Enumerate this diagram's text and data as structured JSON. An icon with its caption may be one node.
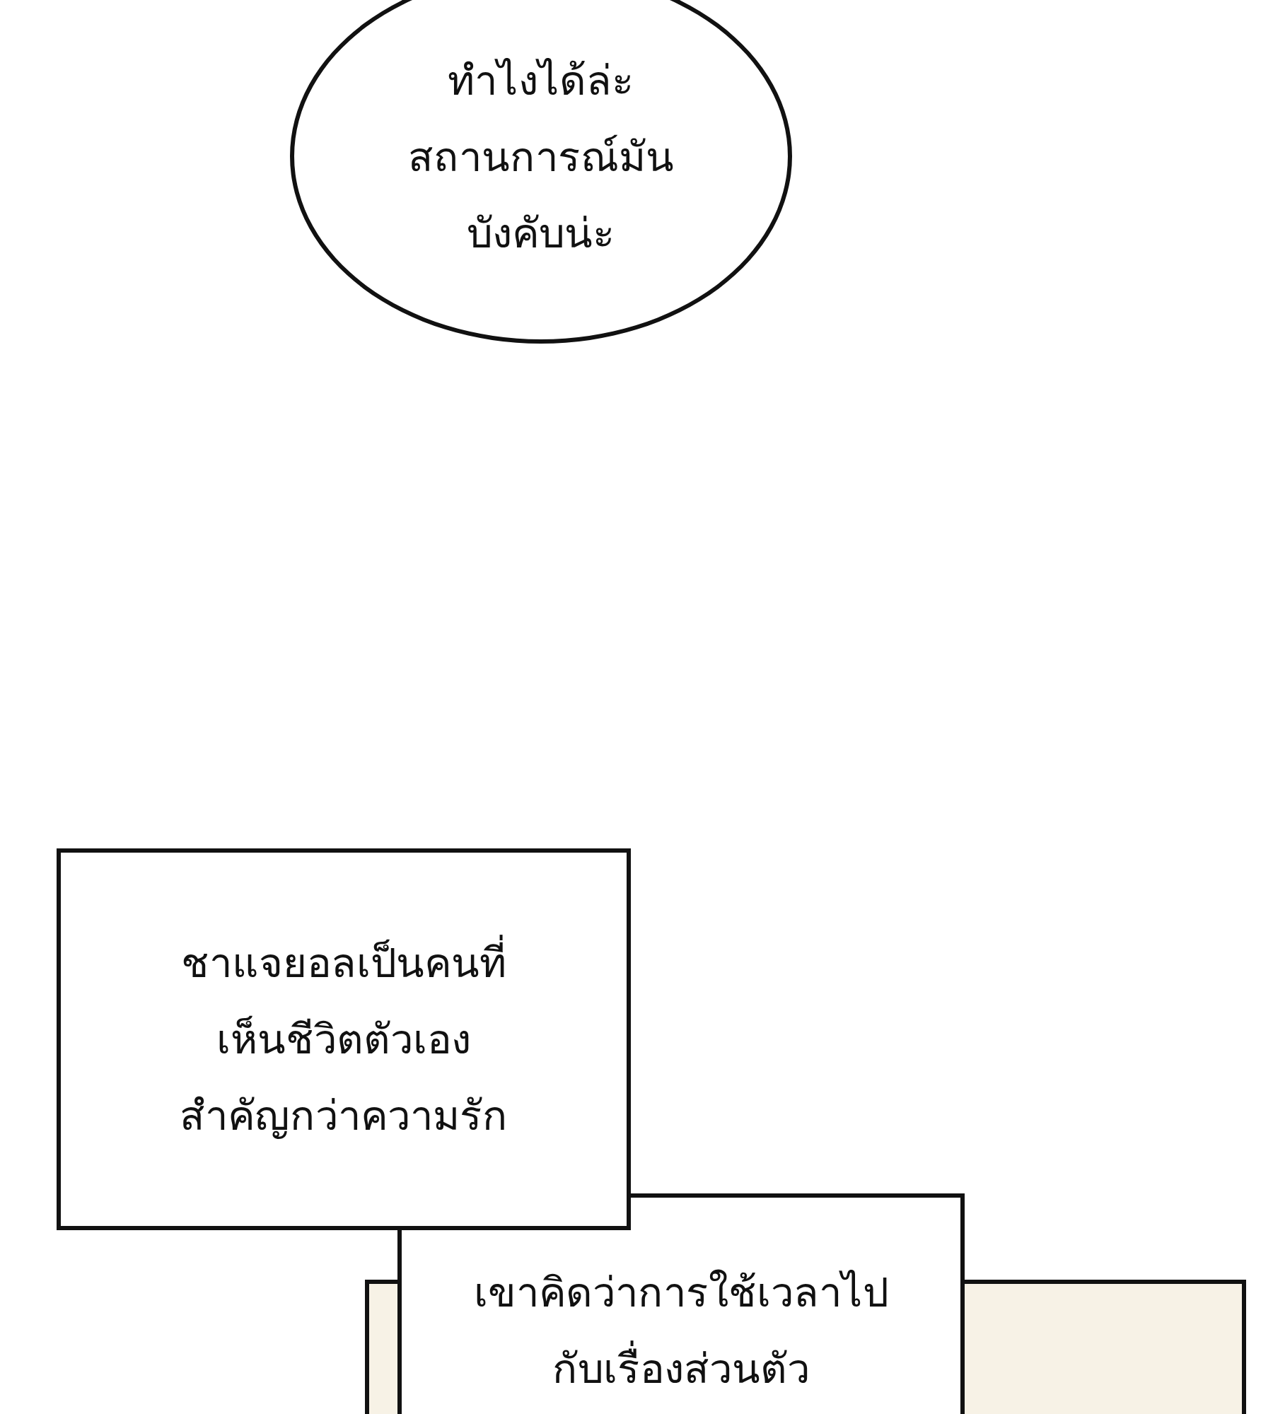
{
  "diagram": {
    "nodes": [
      {
        "text": [
          "ทำไงได้ล่ะสถานการณ์มันบังคับน่ะ"
        ]
      },
      {
        "text": [
          "ชาแจยอลเป็นคนที่เห็นชีวิตตัวเองสำคัญกว่าความรัก"
        ]
      },
      {
        "text": [],
        "shape": "box"
      },
      {
        "text": [
          "เขาคิดว่าการใช้เวลาไปกับเรื่องส่วนตัว"
        ]
      }
    ]
  }
}
